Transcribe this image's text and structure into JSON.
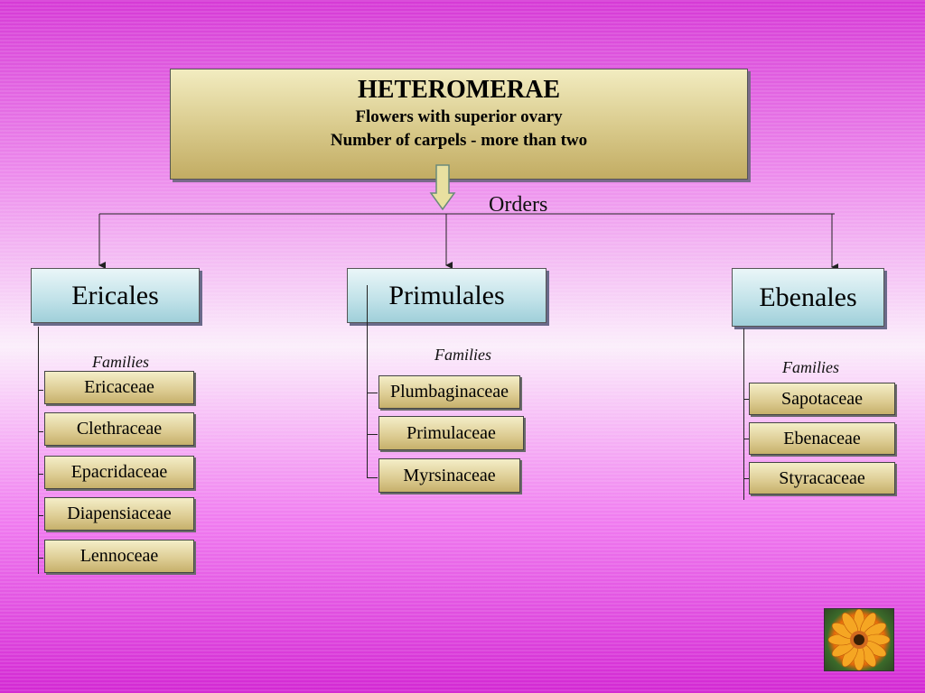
{
  "header": {
    "title": "HETEROMERAE",
    "line1": "Flowers with superior ovary",
    "line2": "Number of carpels - more than two"
  },
  "orders_label": "Orders",
  "orders": [
    {
      "name": "Ericales",
      "families_label": "Families",
      "families": [
        "Ericaceae",
        "Clethraceae",
        "Epacridaceae",
        "Diapensiaceae",
        "Lennoceae"
      ]
    },
    {
      "name": "Primulales",
      "families_label": "Families",
      "families": [
        "Plumbaginaceae",
        "Primulaceae",
        "Myrsinaceae"
      ]
    },
    {
      "name": "Ebenales",
      "families_label": "Families",
      "families": [
        "Sapotaceae",
        "Ebenaceae",
        "Styracaceae"
      ]
    }
  ],
  "colors": {
    "header_fill": "#d8c98a",
    "order_fill": "#bfe1e8",
    "family_fill": "#dccb91",
    "background": "#ec8aec"
  },
  "icons": {
    "arrow": "down-arrow-icon",
    "flower": "gazania-flower-image"
  }
}
